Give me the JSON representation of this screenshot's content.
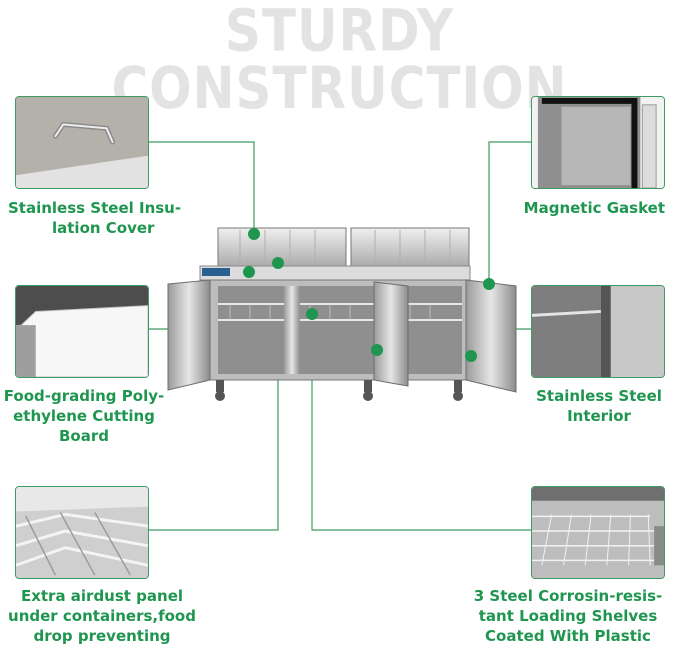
{
  "headline": "STURDY CONSTRUCTION",
  "features": {
    "cover": {
      "lines": [
        "Stainless Steel Insu-",
        "lation Cover"
      ]
    },
    "gasket": {
      "lines": [
        "Magnetic Gasket"
      ]
    },
    "board": {
      "lines": [
        "Food-grading Poly-",
        "ethylene Cutting",
        "Board"
      ]
    },
    "interior": {
      "lines": [
        "Stainless Steel",
        "Interior"
      ]
    },
    "panel": {
      "lines": [
        "Extra airdust panel",
        "under containers,food",
        "drop preventing"
      ]
    },
    "shelves": {
      "lines": [
        "3 Steel Corrosin-resis-",
        "tant Loading Shelves",
        "Coated With Plastic"
      ]
    }
  },
  "colors": {
    "accent": "#1f9650",
    "border": "#3e9b62",
    "headline": "#e3e3e3"
  }
}
